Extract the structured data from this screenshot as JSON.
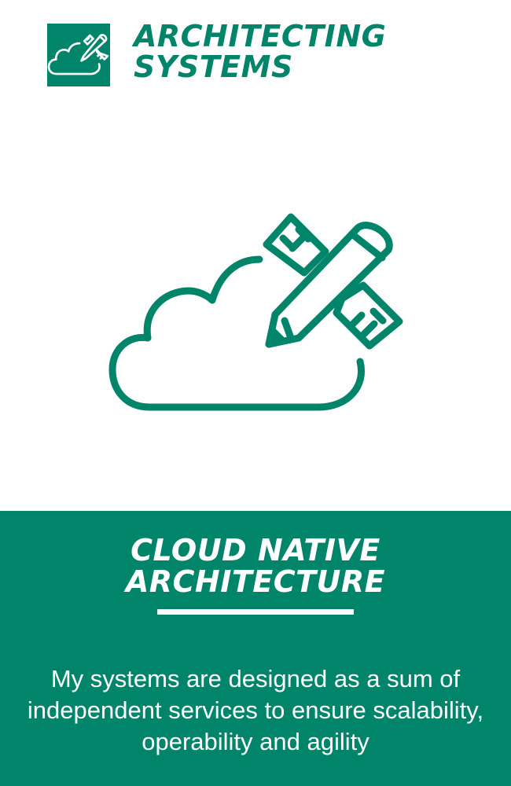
{
  "header": {
    "title_line1": "ARCHITECTING",
    "title_line2": "SYSTEMS",
    "logo_icon": "cloud-pencil-ruler-icon"
  },
  "hero": {
    "icon": "cloud-pencil-ruler-icon"
  },
  "panel": {
    "title_line1": "CLOUD NATIVE",
    "title_line2": "ARCHITECTURE",
    "description": "My systems are designed as a sum of independent services to ensure scalability, operability and agility"
  },
  "colors": {
    "brand_green": "#00856a",
    "background": "#ffffff",
    "text_on_green": "#ffffff"
  }
}
